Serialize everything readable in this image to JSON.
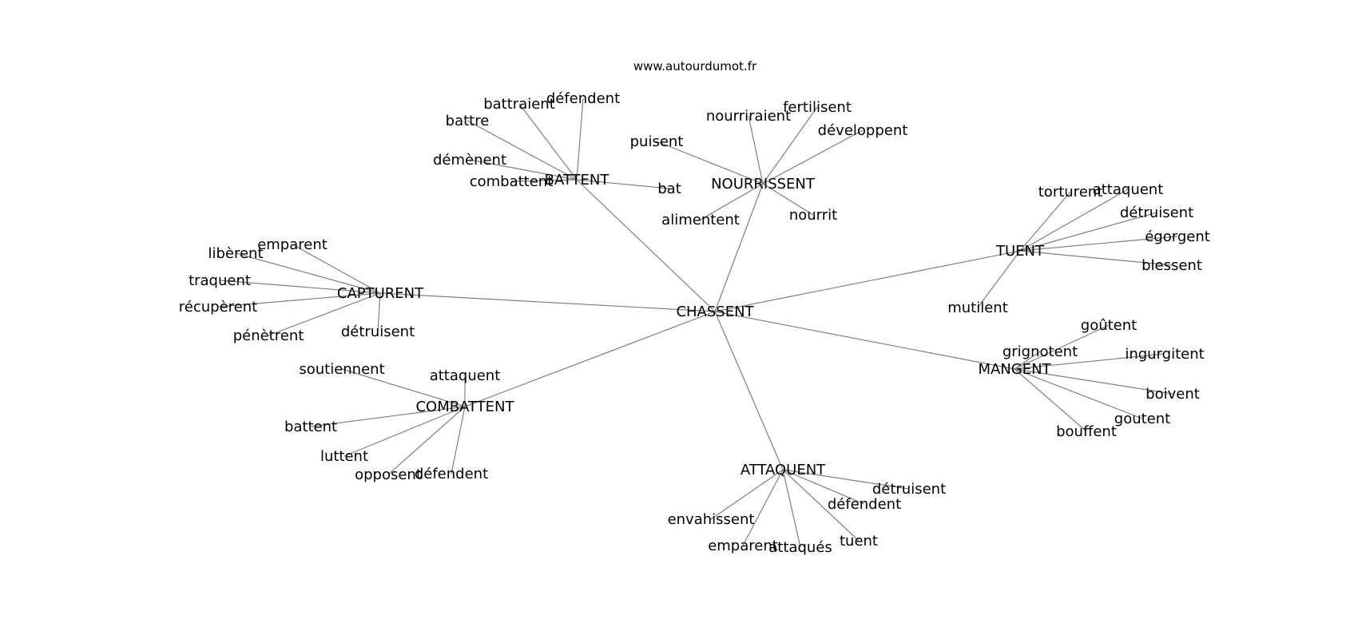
{
  "site": "www.autourdumot.fr",
  "center": "CHASSENT",
  "hubs": [
    {
      "id": "battent",
      "label": "BATTENT",
      "leaves": [
        "battraient",
        "défendent",
        "battre",
        "démènent",
        "combattent",
        "bat"
      ]
    },
    {
      "id": "nourrissent",
      "label": "NOURRISSENT",
      "leaves": [
        "nourriraient",
        "fertilisent",
        "développent",
        "puisent",
        "alimentent",
        "nourrit"
      ]
    },
    {
      "id": "tuent",
      "label": "TUENT",
      "leaves": [
        "torturent",
        "attaquent",
        "détruisent",
        "égorgent",
        "blessent",
        "mutilent"
      ]
    },
    {
      "id": "capturent",
      "label": "CAPTURENT",
      "leaves": [
        "emparent",
        "libèrent",
        "traquent",
        "récupèrent",
        "pénètrent",
        "détruisent"
      ]
    },
    {
      "id": "mangent",
      "label": "MANGENT",
      "leaves": [
        "goûtent",
        "grignotent",
        "ingurgitent",
        "boivent",
        "goutent",
        "bouffent"
      ]
    },
    {
      "id": "combattent",
      "label": "COMBATTENT",
      "leaves": [
        "soutiennent",
        "attaquent",
        "battent",
        "luttent",
        "opposent",
        "défendent"
      ]
    },
    {
      "id": "attaquent",
      "label": "ATTAQUENT",
      "leaves": [
        "détruisent",
        "défendent",
        "envahissent",
        "emparent",
        "attaqués",
        "tuent"
      ]
    }
  ]
}
